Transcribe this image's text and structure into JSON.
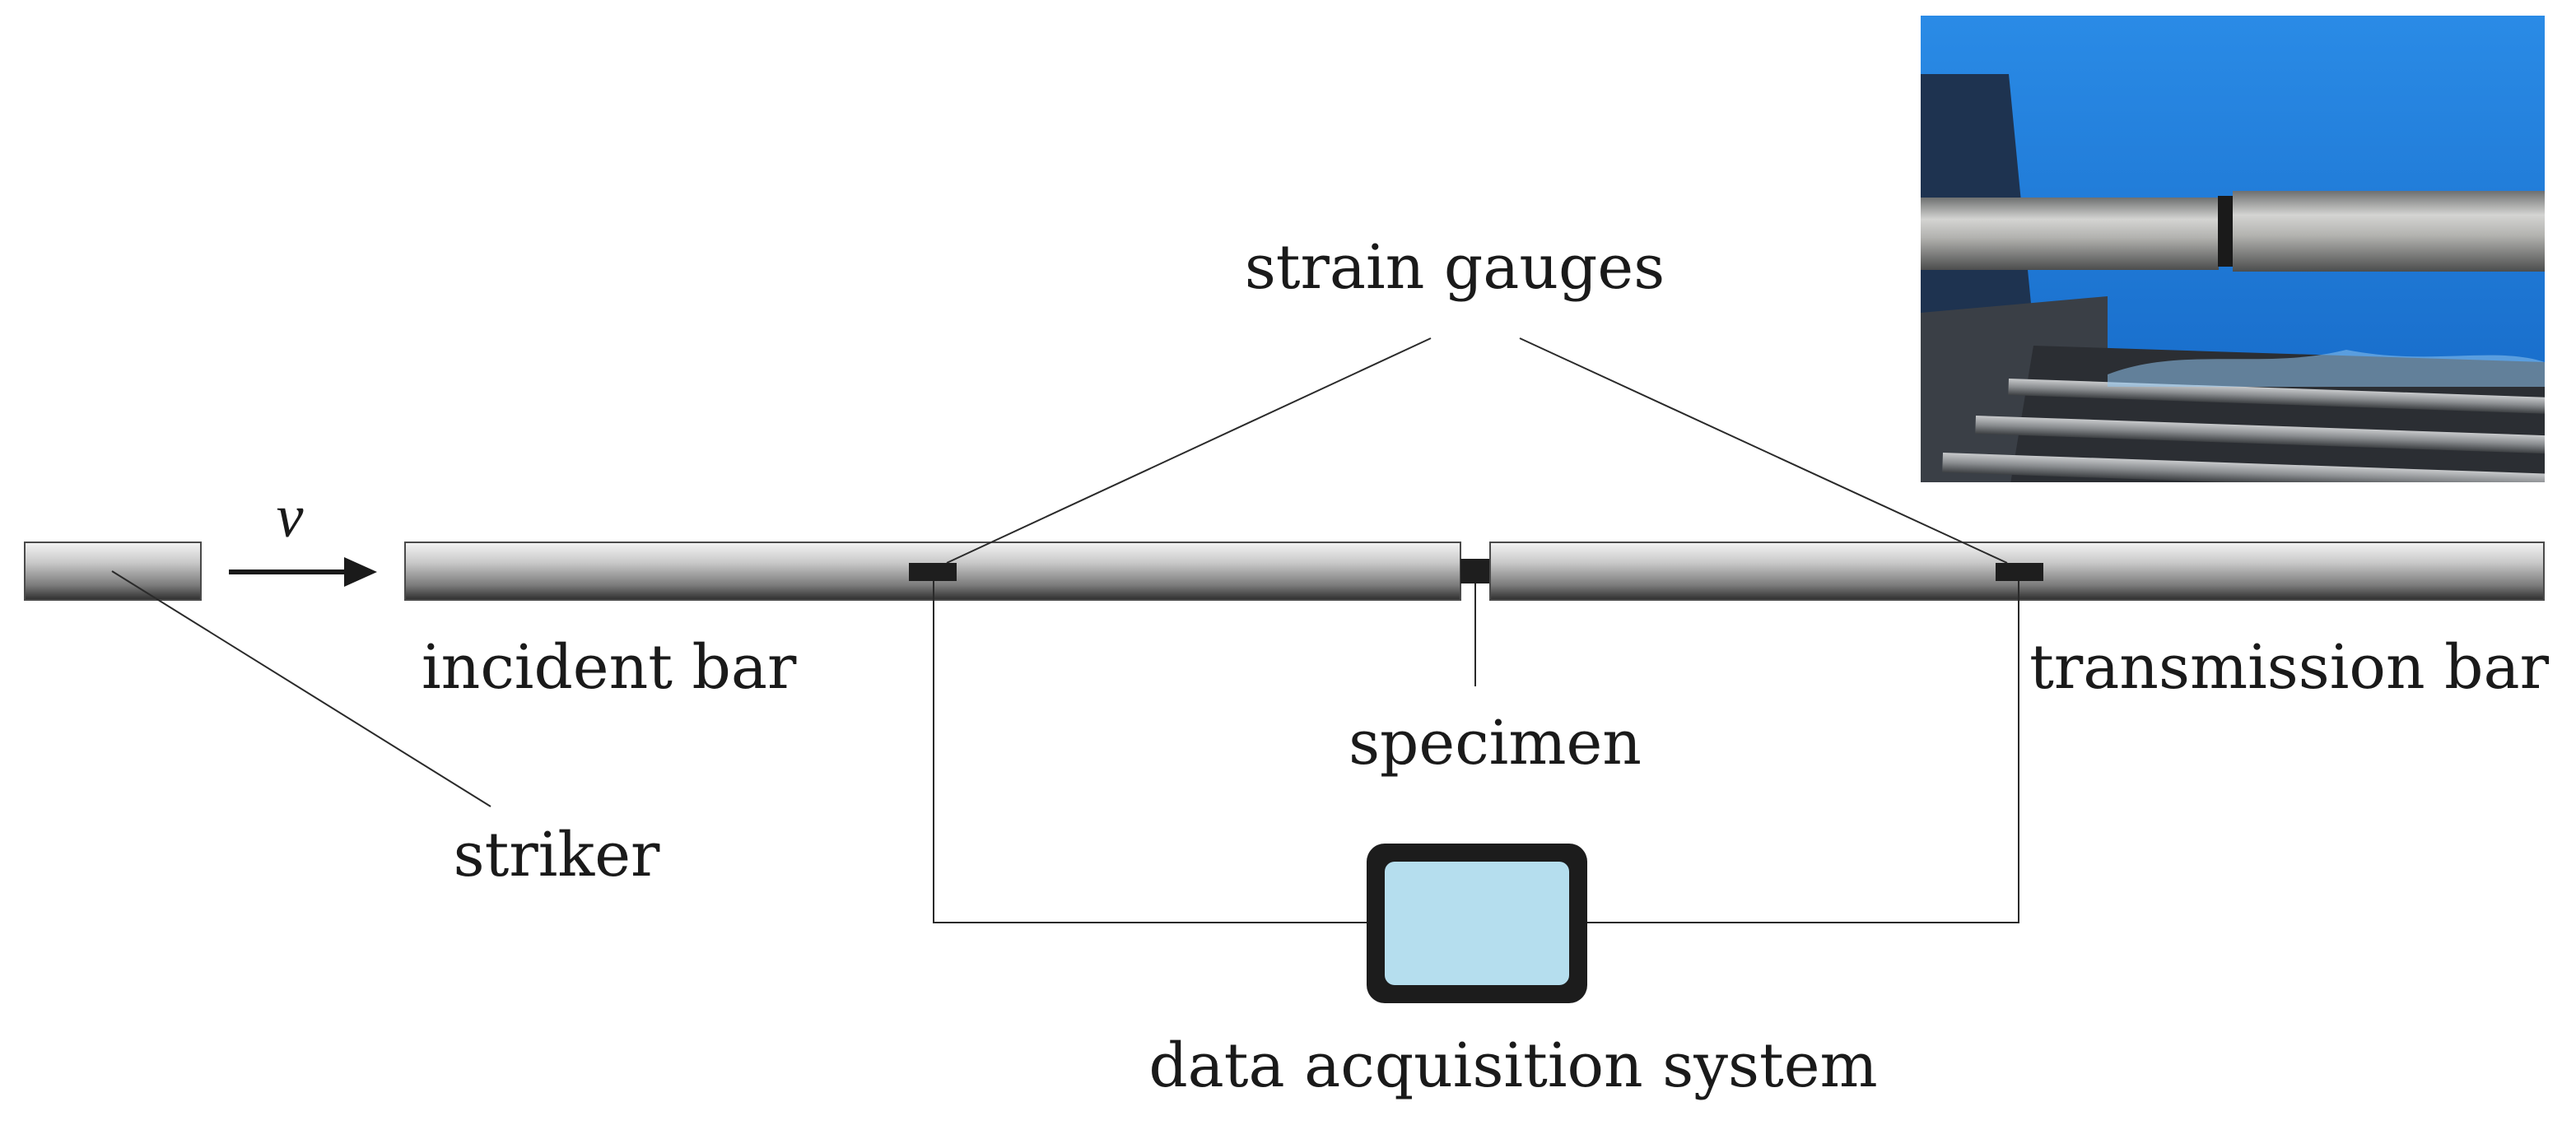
{
  "labels": {
    "strain_gauges": "strain gauges",
    "velocity": "v",
    "incident_bar": "incident bar",
    "transmission_bar": "transmission bar",
    "specimen": "specimen",
    "striker": "striker",
    "daq": "data acquisition system"
  },
  "colors": {
    "bar_light": "#f2f2f2",
    "bar_dark": "#2e2e2e",
    "gauge": "#1e1e1e",
    "screen_fill": "#b5deee",
    "monitor_frame": "#1c1c1c",
    "photo_blue": "#1f7fd8",
    "leader_line": "#2a2a2a"
  },
  "icons": {
    "velocity_arrow": "arrow-right-icon",
    "monitor": "monitor-icon",
    "photo": "hopkinson-bar-photo"
  }
}
